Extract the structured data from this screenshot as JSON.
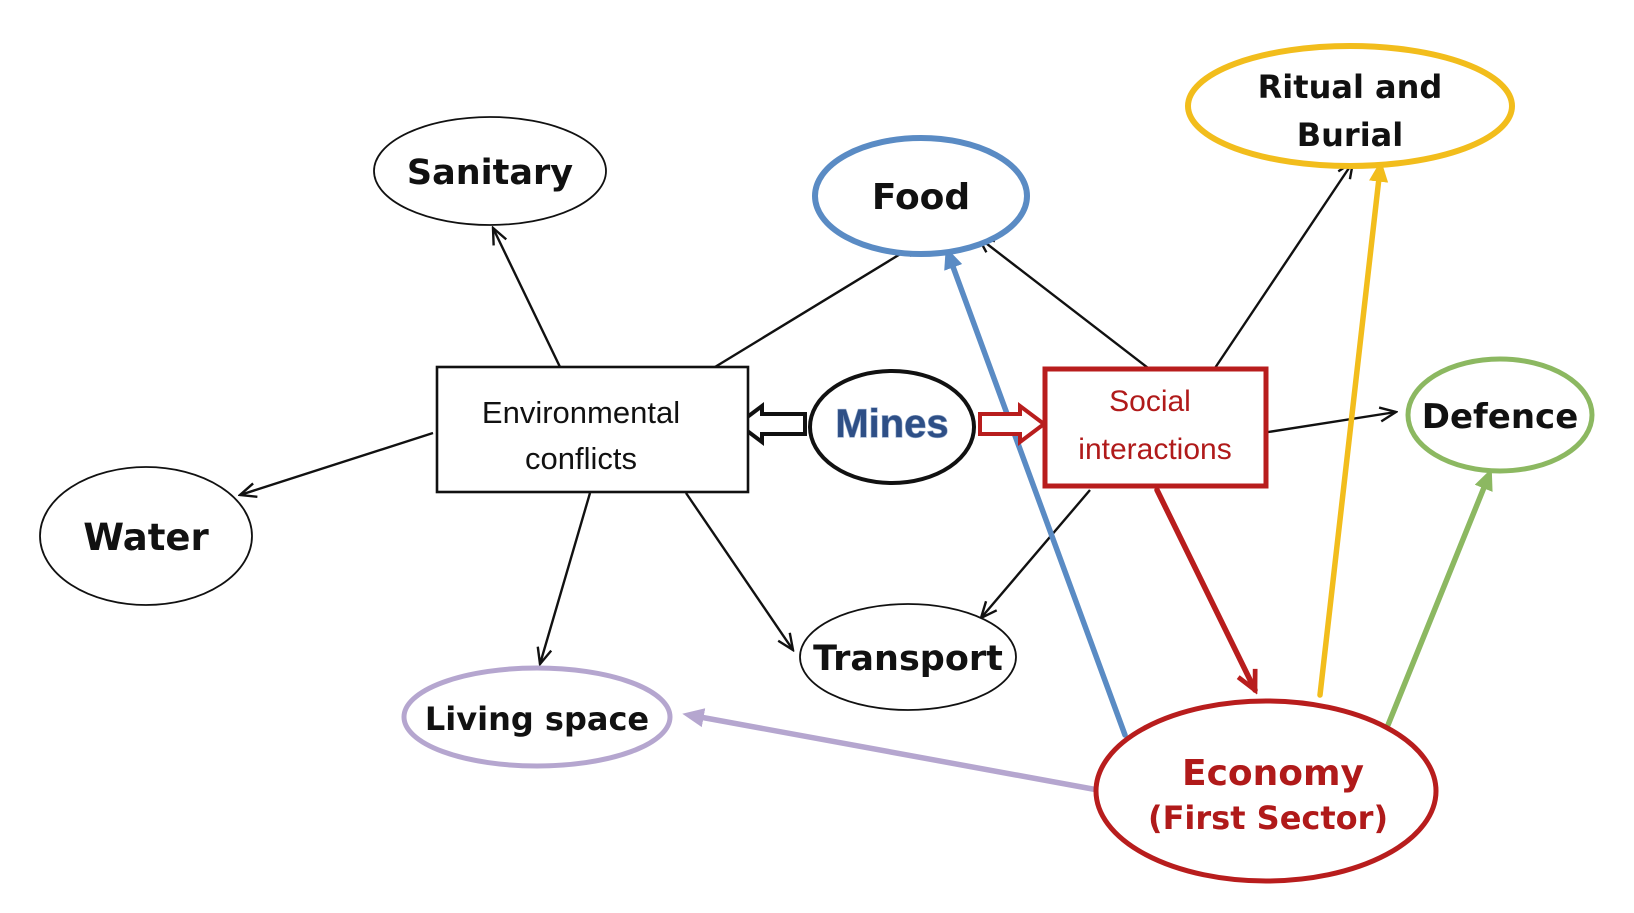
{
  "colors": {
    "black": "#111111",
    "food_blue": "#5a8bc4",
    "ritual_yellow": "#f2bd1c",
    "defence_green": "#8cb861",
    "living_purple": "#b5a6cf",
    "economy_red": "#b81d1d",
    "mines_text": "#2e4f86"
  },
  "nodes": {
    "sanitary": "Sanitary",
    "food": "Food",
    "ritual_line1": "Ritual and",
    "ritual_line2": "Burial",
    "environmental_line1": "Environmental",
    "environmental_line2": "conflicts",
    "mines": "Mines",
    "social_line1": "Social",
    "social_line2": "interactions",
    "defence": "Defence",
    "water": "Water",
    "transport": "Transport",
    "living_space": "Living space",
    "economy_line1": "Economy",
    "economy_line2": "(First Sector)"
  },
  "edges": [
    {
      "from": "Mines",
      "to": "Environmental conflicts",
      "style": "hollow-arrow",
      "color": "#111111"
    },
    {
      "from": "Mines",
      "to": "Social interactions",
      "style": "hollow-arrow",
      "color": "#b81d1d"
    },
    {
      "from": "Environmental conflicts",
      "to": "Sanitary",
      "color": "#111111"
    },
    {
      "from": "Environmental conflicts",
      "to": "Food",
      "color": "#111111"
    },
    {
      "from": "Environmental conflicts",
      "to": "Water",
      "color": "#111111"
    },
    {
      "from": "Environmental conflicts",
      "to": "Living space",
      "color": "#111111"
    },
    {
      "from": "Environmental conflicts",
      "to": "Transport",
      "color": "#111111"
    },
    {
      "from": "Social interactions",
      "to": "Food",
      "color": "#111111"
    },
    {
      "from": "Social interactions",
      "to": "Ritual and Burial",
      "color": "#111111"
    },
    {
      "from": "Social interactions",
      "to": "Defence",
      "color": "#111111"
    },
    {
      "from": "Social interactions",
      "to": "Transport",
      "color": "#111111"
    },
    {
      "from": "Social interactions",
      "to": "Economy (First Sector)",
      "color": "#b81d1d"
    },
    {
      "from": "Economy (First Sector)",
      "to": "Food",
      "color": "#5a8bc4"
    },
    {
      "from": "Economy (First Sector)",
      "to": "Ritual and Burial",
      "color": "#f2bd1c"
    },
    {
      "from": "Economy (First Sector)",
      "to": "Defence",
      "color": "#8cb861"
    },
    {
      "from": "Economy (First Sector)",
      "to": "Living space",
      "color": "#b5a6cf"
    }
  ]
}
